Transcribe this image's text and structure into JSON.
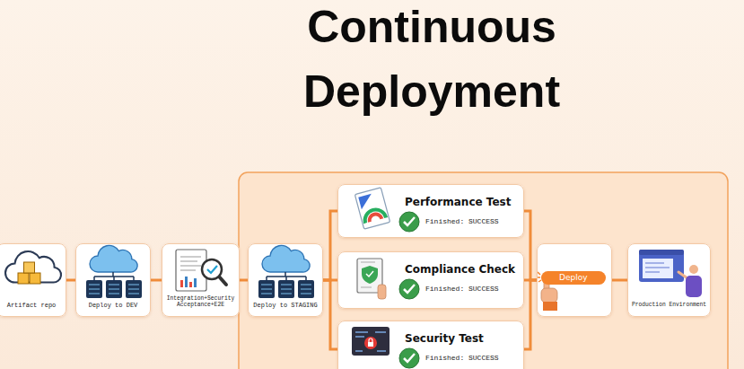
{
  "diagram": {
    "title": "Continuous Deployment",
    "nodes": [
      {
        "text": [
          "Artifact repo"
        ]
      },
      {
        "text": [
          "Deploy to DEV"
        ]
      },
      {
        "text": [
          "Integration+Security Acceptance+E2E"
        ]
      },
      {
        "text": [
          "Deploy to STAGING"
        ]
      },
      {
        "text": [
          "Performance Test",
          "Finished: SUCCESS"
        ]
      },
      {
        "text": [
          "Compliance Check",
          "Finished: SUCCESS"
        ]
      },
      {
        "text": [
          "Security Test",
          "Finished: SUCCESS"
        ]
      },
      {
        "text": [
          "Deploy"
        ]
      },
      {
        "text": [
          "Production Environment"
        ]
      }
    ],
    "edges": [
      {
        "from": 0,
        "to": 1,
        "arrow": "none"
      },
      {
        "from": 1,
        "to": 2,
        "arrow": "none"
      },
      {
        "from": 2,
        "to": 3,
        "arrow": "none"
      },
      {
        "from": 3,
        "to": 4,
        "arrow": "none"
      },
      {
        "from": 3,
        "to": 5,
        "arrow": "none"
      },
      {
        "from": 3,
        "to": 6,
        "arrow": "none"
      },
      {
        "from": 4,
        "to": 7,
        "arrow": "none"
      },
      {
        "from": 5,
        "to": 7,
        "arrow": "none"
      },
      {
        "from": 6,
        "to": 7,
        "arrow": "none"
      },
      {
        "from": 7,
        "to": 8,
        "arrow": "none"
      }
    ]
  }
}
